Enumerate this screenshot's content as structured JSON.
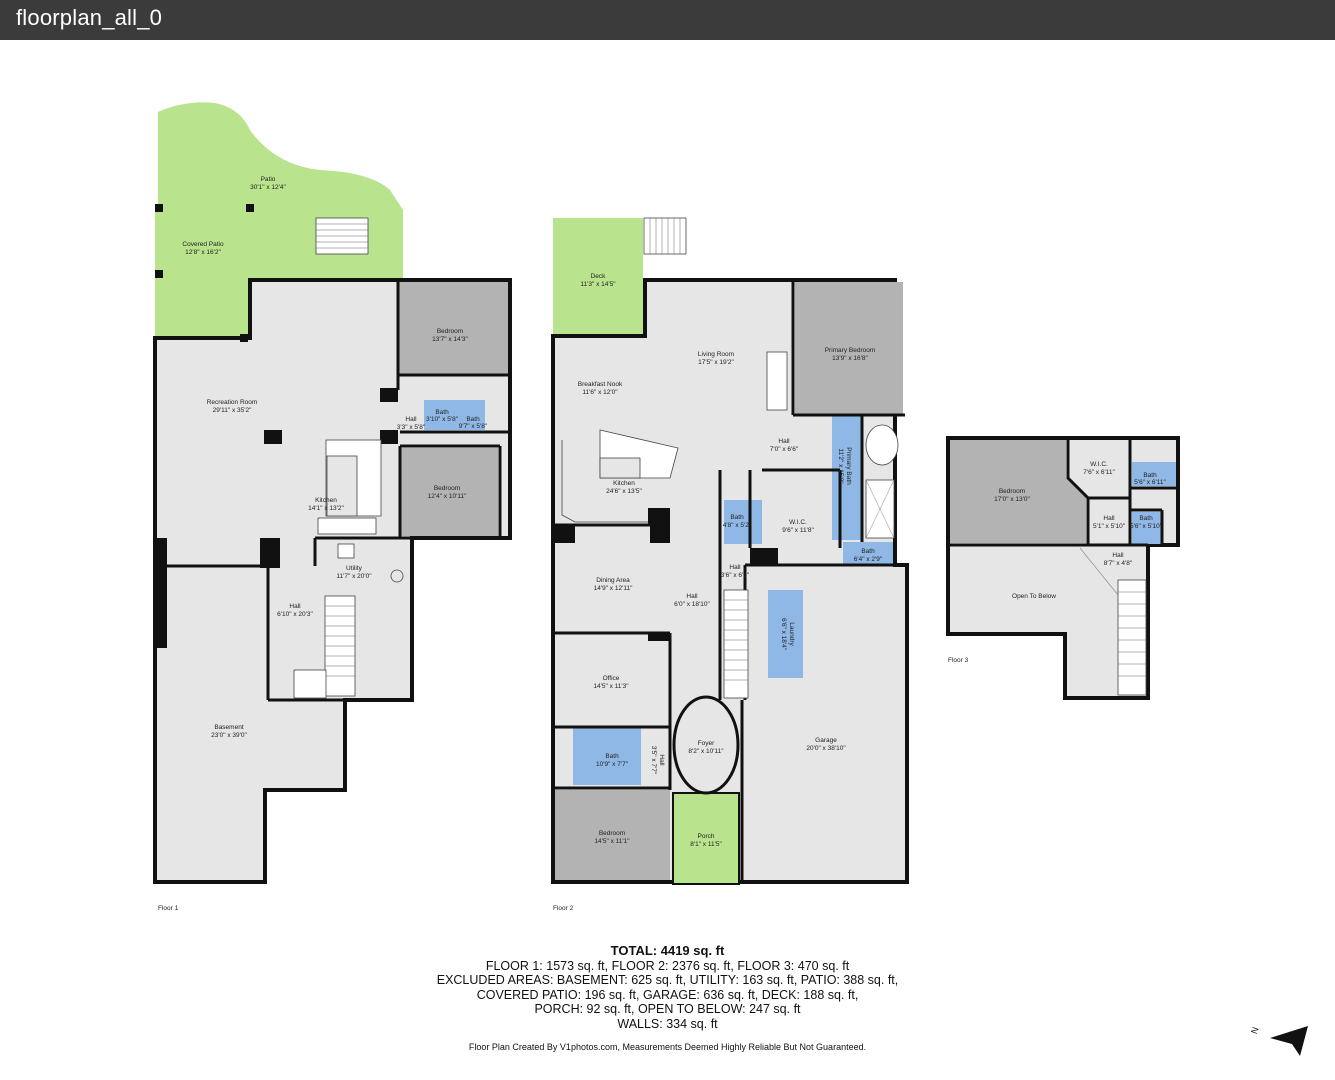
{
  "window": {
    "title": "floorplan_all_0"
  },
  "floors": [
    {
      "label": "Floor 1",
      "rooms": [
        {
          "name": "Patio",
          "dims": "30'1\" x 12'4\""
        },
        {
          "name": "Covered Patio",
          "dims": "12'8\" x 16'2\""
        },
        {
          "name": "Bedroom",
          "dims": "13'7\" x 14'3\""
        },
        {
          "name": "Recreation Room",
          "dims": "29'11\" x 35'2\""
        },
        {
          "name": "Hall",
          "dims": "3'3\" x 5'8\""
        },
        {
          "name": "Bath",
          "dims": "3'10\" x 5'8\""
        },
        {
          "name": "Bath",
          "dims": "9'7\" x 5'8\""
        },
        {
          "name": "Bedroom",
          "dims": "12'4\" x 10'11\""
        },
        {
          "name": "Kitchen",
          "dims": "14'1\" x 13'2\""
        },
        {
          "name": "Utility",
          "dims": "11'7\" x 20'0\""
        },
        {
          "name": "Hall",
          "dims": "6'10\" x 20'3\""
        },
        {
          "name": "Basement",
          "dims": "23'0\" x 39'0\""
        }
      ]
    },
    {
      "label": "Floor 2",
      "rooms": [
        {
          "name": "Deck",
          "dims": "11'3\" x 14'5\""
        },
        {
          "name": "Living Room",
          "dims": "17'5\" x 19'2\""
        },
        {
          "name": "Primary Bedroom",
          "dims": "13'9\" x 16'8\""
        },
        {
          "name": "Breakfast Nook",
          "dims": "11'6\" x 12'0\""
        },
        {
          "name": "Hall",
          "dims": "7'0\" x 6'6\""
        },
        {
          "name": "Primary Bath",
          "dims": "11'2\" x 15'0\""
        },
        {
          "name": "Kitchen",
          "dims": "24'6\" x 13'5\""
        },
        {
          "name": "Bath",
          "dims": "4'8\" x 5'2\""
        },
        {
          "name": "W.I.C.",
          "dims": "9'6\" x 11'8\""
        },
        {
          "name": "Bath",
          "dims": "6'4\" x 2'9\""
        },
        {
          "name": "Hall",
          "dims": "3'6\" x 6'3\""
        },
        {
          "name": "Dining Area",
          "dims": "14'9\" x 12'11\""
        },
        {
          "name": "Hall",
          "dims": "6'0\" x 18'10\""
        },
        {
          "name": "Laundry",
          "dims": "6'6\" x 18'4\""
        },
        {
          "name": "Office",
          "dims": "14'5\" x 11'3\""
        },
        {
          "name": "Foyer",
          "dims": "8'2\" x 10'11\""
        },
        {
          "name": "Hall",
          "dims": "3'5\" x 7'7\""
        },
        {
          "name": "Bath",
          "dims": "10'9\" x 7'7\""
        },
        {
          "name": "Garage",
          "dims": "20'0\" x 38'10\""
        },
        {
          "name": "Bedroom",
          "dims": "14'5\" x 11'1\""
        },
        {
          "name": "Porch",
          "dims": "8'1\" x 11'5\""
        }
      ]
    },
    {
      "label": "Floor 3",
      "rooms": [
        {
          "name": "W.I.C.",
          "dims": "7'6\" x 6'11\""
        },
        {
          "name": "Bath",
          "dims": "5'6\" x 6'11\""
        },
        {
          "name": "Bedroom",
          "dims": "17'0\" x 13'0\""
        },
        {
          "name": "Hall",
          "dims": "5'1\" x 5'10\""
        },
        {
          "name": "Bath",
          "dims": "5'6\" x 5'10\""
        },
        {
          "name": "Hall",
          "dims": "8'7\" x 4'8\""
        },
        {
          "name": "Open To Below",
          "dims": ""
        }
      ]
    }
  ],
  "summary": {
    "total": "TOTAL: 4419 sq. ft",
    "lines": [
      "FLOOR 1: 1573 sq. ft, FLOOR 2: 2376 sq. ft, FLOOR 3: 470 sq. ft",
      "EXCLUDED AREAS: BASEMENT: 625 sq. ft, UTILITY: 163 sq. ft, PATIO: 388 sq. ft,",
      "COVERED PATIO: 196 sq. ft, GARAGE: 636 sq. ft, DECK: 188 sq. ft,",
      "PORCH: 92 sq. ft, OPEN TO BELOW: 247 sq. ft",
      "WALLS: 334 sq. ft"
    ],
    "credit": "Floor Plan Created By V1photos.com, Measurements Deemed Highly Reliable But Not Guaranteed."
  },
  "compass": {
    "label": "N",
    "icon": "north-arrow-icon"
  },
  "colors": {
    "outdoor": "#b9e38c",
    "bath": "#8fb8e6",
    "bedroom": "#b3b3b3",
    "floor": "#e6e6e6",
    "wall": "#111111",
    "topbar": "#3b3b3b"
  }
}
